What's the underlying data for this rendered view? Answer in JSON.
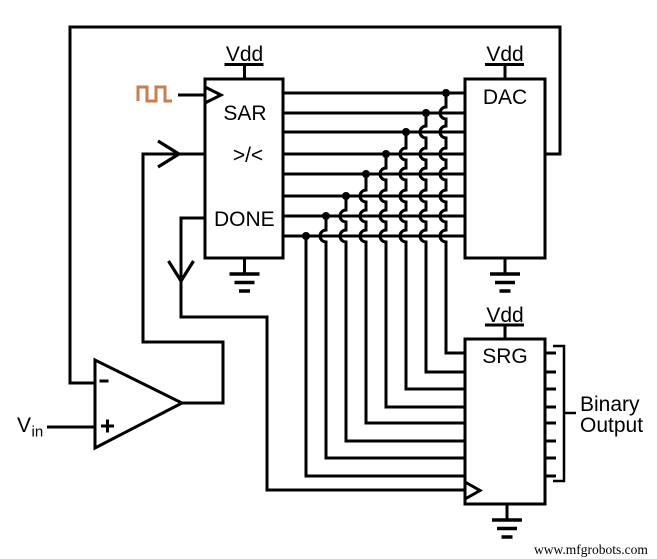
{
  "colors": {
    "wire": "#000000",
    "text": "#000000",
    "background": "#ffffff",
    "clock_signal": "#CE7B4E"
  },
  "blocks": {
    "sar": {
      "label": "SAR",
      "comparator_input_label": ">/<",
      "done_label": "DONE",
      "power_label": "Vdd"
    },
    "dac": {
      "label": "DAC",
      "power_label": "Vdd"
    },
    "srg": {
      "label": "SRG",
      "power_label": "Vdd"
    }
  },
  "comparator": {
    "minus_label": "-",
    "plus_label": "+"
  },
  "input": {
    "label": "V",
    "subscript": "in"
  },
  "output": {
    "line1": "Binary",
    "line2": "Output"
  },
  "bus": {
    "bit_count": 8
  },
  "watermark": "www.mfgrobots.com"
}
